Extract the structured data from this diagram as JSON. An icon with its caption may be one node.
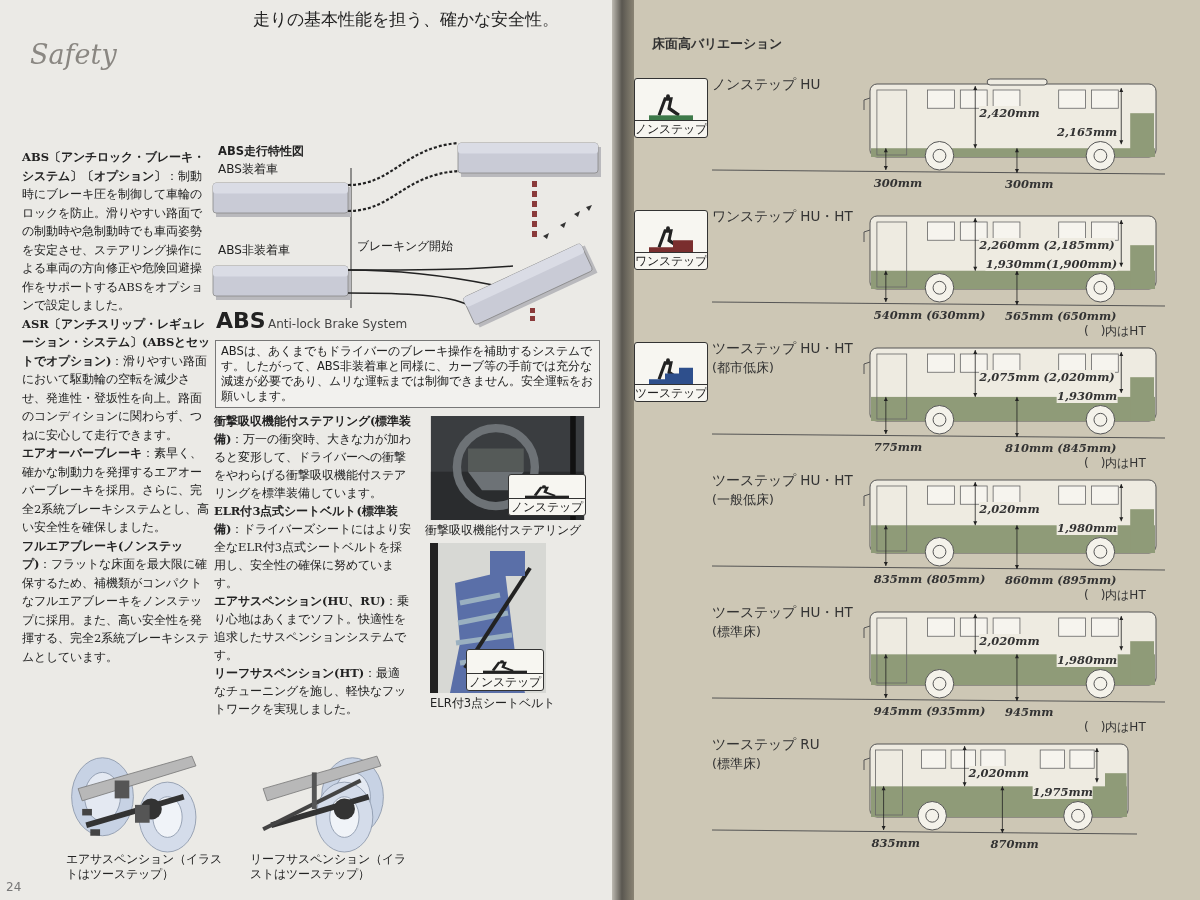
{
  "diagram": {
    "title": "走りの基本性能を担う、確かな安全性。",
    "nodes": [
      {
        "text": [
          "ABSは、あくまでもドライバーのブレーキ操作を補助するシステムです。したがって、ABS非装着車と同様に、カーブ等の手前では充分な減速が必要であり、ムリな運転までは制御できません。安全運転をお願いします。"
        ]
      },
      {
        "text": [
          "ノンステップ"
        ]
      },
      {
        "text": [
          "ノンステップ"
        ]
      },
      {
        "text": [
          "ノンステップ"
        ]
      },
      {
        "text": [
          "ワンステップ"
        ]
      },
      {
        "text": [
          "ツーステップ"
        ]
      }
    ],
    "labels": [
      "Safety",
      "**ABS〔アンチロック・ブレーキ・システム〕〔オプション〕**：制動時にブレーキ圧を制御して車輪のロックを防止。滑りやすい路面での制動時や急制動時でも車両姿勢を安定させ、ステアリング操作による車両の方向修正や危険回避操作をサポートするABSをオプションで設定しました。",
      "**ASR〔アンチスリップ・レギュレーション・システム〕(ABSとセットでオプション)**：滑りやすい路面において駆動輪の空転を減少させ、発進性・登坂性を向上。路面のコンディションに関わらず、つねに安心して走行できます。",
      "**エアオーバーブレーキ**：素早く、確かな制動力を発揮するエアオーバーブレーキを採用。さらに、完全2系統ブレーキシステムとし、高い安全性を確保しました。",
      "**フルエアブレーキ(ノンステップ)**：フラットな床面を最大限に確保するため、補機類がコンパクトなフルエアブレーキをノンステップに採用。また、高い安全性を発揮する、完全2系統ブレーキシステムとしています。",
      "ABS走行特性図",
      "ABS装着車",
      "ABS非装着車",
      "ブレーキング開始",
      "ABS",
      "Anti-lock Brake System",
      "**衝撃吸収機能付ステアリング(標準装備)**：万一の衝突時、大きな力が加わると変形して、ドライバーへの衝撃をやわらげる衝撃吸収機能付ステアリングを標準装備しています。",
      "**ELR付3点式シートベルト(標準装備)**：ドライバーズシートにはより安全なELR付3点式シートベルトを採用し、安全性の確保に努めています。",
      "**エアサスペンション(HU、RU)**：乗り心地はあくまでソフト。快適性を追求したサスペンションシステムです。",
      "**リーフサスペンション(HT)**：最適なチューニングを施し、軽快なフットワークを実現しました。",
      "衝撃吸収機能付ステアリング",
      "ELR付3点シートベルト",
      "エアサスペンション（イラストはツーステップ）",
      "リーフサスペンション（イラストはツーステップ）",
      "24",
      "床面高バリエーション",
      "ノンステップ HU",
      "2,420mm",
      "2,165mm",
      "300mm",
      "300mm",
      "ワンステップ HU・HT",
      "2,260mm (2,185mm)",
      "1,930mm(1,900mm)",
      "540mm (630mm)",
      "565mm (650mm)",
      "(　)内はHT",
      "ツーステップ HU・HT",
      "(都市低床)",
      "2,075mm (2,020mm)",
      "1,930mm",
      "775mm",
      "810mm (845mm)",
      "(　)内はHT",
      "ツーステップ HU・HT",
      "(一般低床)",
      "2,020mm",
      "1,980mm",
      "835mm (805mm)",
      "860mm (895mm)",
      "(　)内はHT",
      "ツーステップ HU・HT",
      "(標準床)",
      "2,020mm",
      "1,980mm",
      "945mm (935mm)",
      "945mm",
      "(　)内はHT",
      "ツーステップ RU",
      "(標準床)",
      "2,020mm",
      "1,975mm",
      "835mm",
      "870mm"
    ]
  }
}
